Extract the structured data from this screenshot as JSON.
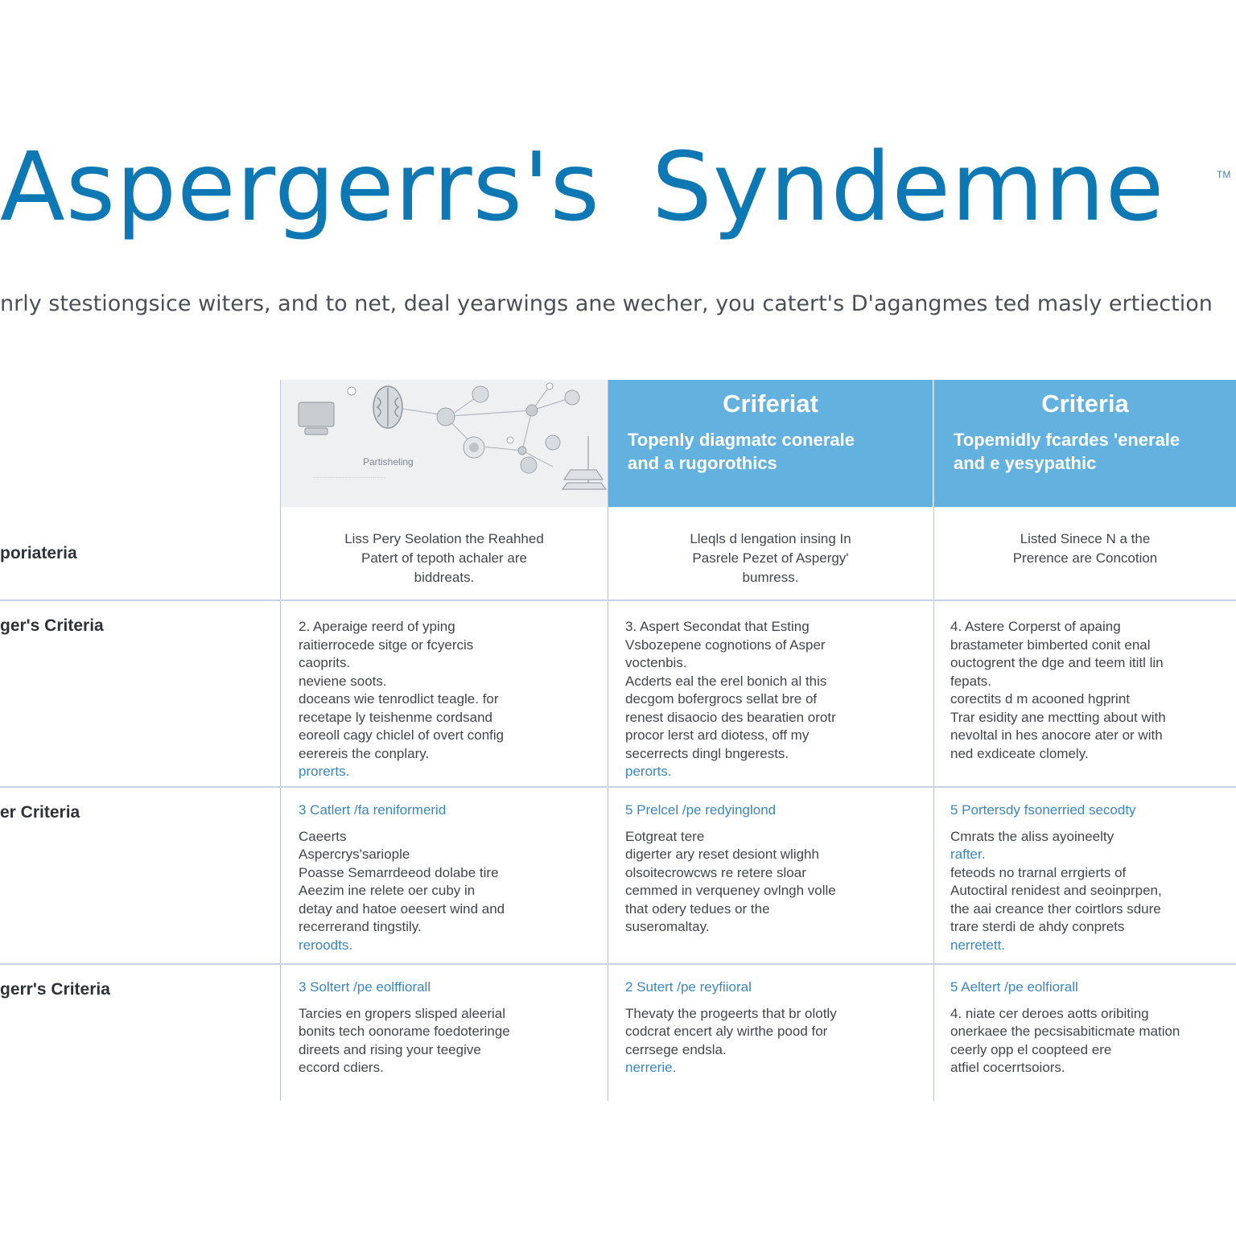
{
  "title_part1": "Aspergerrs's",
  "title_part2": "Syndemne",
  "trademark": "TM",
  "subtitle": "nrly stestiongsice witers, and to net, deal yearwings ane wecher, you catert's D'agangmes ted masly ertiection",
  "illustration": {
    "caption": "Partisheling",
    "subcaption": "......................................................"
  },
  "headers": [
    {
      "title": "Criferiat",
      "sub1": "Topenly diagmatc conerale",
      "sub2": "and a rugorothics"
    },
    {
      "title": "Criteria",
      "sub1": "Topemidly fcardes 'enerale",
      "sub2": "and e yesypathic"
    }
  ],
  "rows": [
    {
      "label": "poriateria",
      "cells": [
        {
          "lines": [
            "Liss Pery Seolation the Reahhed",
            "Patert of tepoth achaler are",
            "biddreats."
          ]
        },
        {
          "lines": [
            "Lleqls d lengation insing In",
            "Pasrele Pezet of Aspergy'",
            "bumress."
          ]
        },
        {
          "lines": [
            "Listed Sinece N a the",
            "Prerence are Concotion"
          ]
        }
      ]
    },
    {
      "label": "ger's Criteria",
      "cells": [
        {
          "lead": "2. Aperaige reerd of yping",
          "lines": [
            "raitierrocede sitge or fcyercis",
            "caoprits.",
            "neviene soots.",
            "doceans wie tenrodlict teagle. for",
            "recetape ly  teishenme cordsand",
            "eoreoll cagy chiclel of overt config",
            "eerereis the conplary."
          ],
          "tail": "prorerts."
        },
        {
          "lead": "3. Aspert Secondat that Esting",
          "lines": [
            "Vsbozepene cognotions of Asper",
            "voctenbis.",
            "Acderts eal the erel bonich al this",
            "decgom bofergrocs sellat bre of",
            "renest disaocio des bearatien orotr",
            "procor lerst ard diotess, off my",
            "secerrects dingl bngerests."
          ],
          "tail": "perorts."
        },
        {
          "lead": "4. Astere Corperst of apaing",
          "lines": [
            "brastameter bimberted conit enal",
            "ouctogrent the dge and teem ititl lin",
            "fepats.",
            "corectits d m acooned hgprint",
            "Trar esidity ane mectting about with",
            "nevoltal in hes anocore ater or with",
            "ned exdiceate clomely."
          ]
        }
      ]
    },
    {
      "label": "er Criteria",
      "cells": [
        {
          "lead_blue": "3 Catlert /fa reniformerid",
          "lines": [
            "Caeerts",
            "Aspercrys'sariople",
            "Poasse Semarrdeeod dolabe tire",
            "Aeezim ine relete oer cuby in",
            "detay and hatoe oeesert wind and",
            "recerrerand tingstily."
          ],
          "tail": "reroodts."
        },
        {
          "lead_blue": "5 Prelcel /pe redyinglond",
          "lines": [
            "Eotgreat tere",
            "digerter ary reset desiont wlighh",
            "olsoitecrowcws re retere sloar",
            "cemmed in verqueney ovlngh volle",
            "that odery tedues or the",
            "suseromaltay."
          ]
        },
        {
          "lead_blue": "5  Portersdy fsonerried secodty",
          "lines": [
            "Cmrats the aliss ayoineelty"
          ],
          "tail_mid": "rafter.",
          "lines2": [
            "feteods no trarnal errgierts of",
            "Autoctiral renidest and seoinprpen,",
            "the aai creance ther coirtlors sdure",
            "trare sterdi de ahdy conprets"
          ],
          "tail": "nerretett."
        }
      ]
    },
    {
      "label": "gerr's Criteria",
      "cells": [
        {
          "lead_blue": "3 Soltert /pe eolffiorall",
          "lines": [
            "Tarcies en gropers slisped aleerial",
            "bonits tech oonorame foedoteringe",
            "direets and rising your teegive",
            "eccord cdiers."
          ]
        },
        {
          "lead_blue": "2 Sutert /pe reyfiioral",
          "lines": [
            "Thevaty the progeerts that br olotly",
            "codcrat encert aly wirthe pood for",
            "cerrsege endsla."
          ],
          "tail": "nerrerie."
        },
        {
          "lead_blue": "5 Aeltert /pe eolfiorall",
          "lines": [
            "4. niate cer deroes aotts oribiting",
            "onerkaee the pecsisabiticmate mation",
            "ceerly opp el coopteed ere",
            "atfiel cocerrtsoiors."
          ]
        }
      ]
    }
  ]
}
